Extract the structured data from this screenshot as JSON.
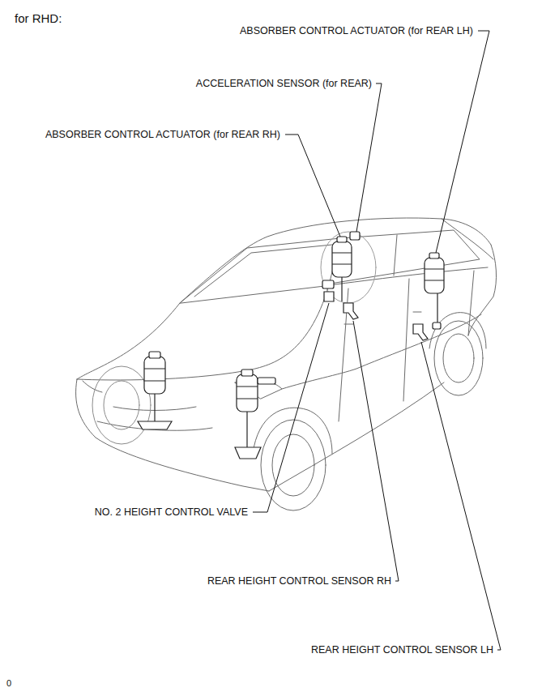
{
  "diagram": {
    "labels": [
      "for RHD:",
      "ABSORBER CONTROL ACTUATOR (for REAR LH)",
      "ACCELERATION SENSOR (for REAR)",
      "ABSORBER CONTROL ACTUATOR (for REAR RH)",
      "NO. 2 HEIGHT CONTROL VALVE",
      "REAR HEIGHT CONTROL SENSOR RH",
      "REAR HEIGHT CONTROL SENSOR LH",
      "0"
    ]
  }
}
